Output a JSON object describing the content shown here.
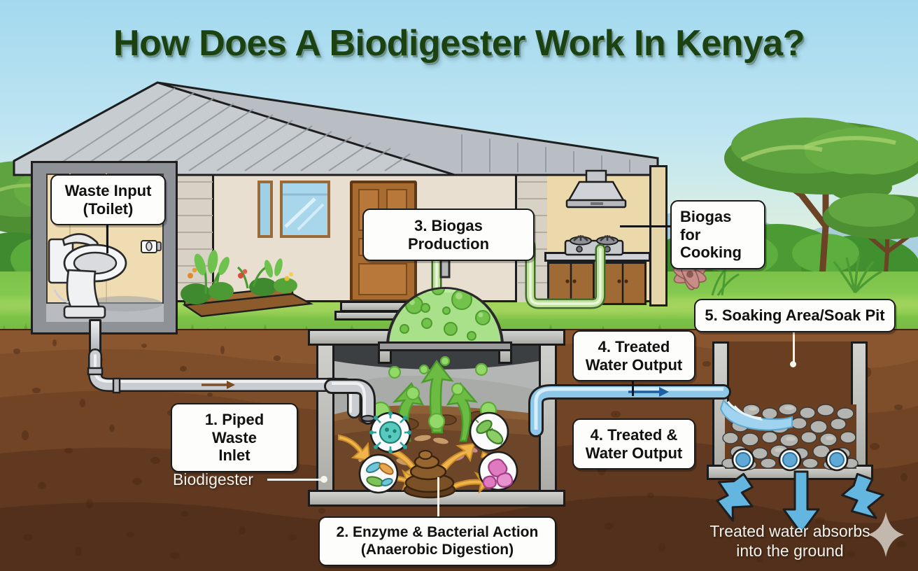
{
  "title": "How Does A Biodigester Work In Kenya?",
  "labels": {
    "waste_input": "Waste Input\n(Toilet)",
    "waste_input_line1": "Waste Input",
    "waste_input_line2": "(Toilet)",
    "biogas_production": "3. Biogas Production",
    "biogas_cooking_line1": "Biogas for",
    "biogas_cooking_line2": "Cooking",
    "soak_pit": "5. Soaking Area/Soak Pit",
    "piped_waste_line1": "1. Piped Waste",
    "piped_waste_line2": "Inlet",
    "treated_water_top_line1": "4. Treated",
    "treated_water_top_line2": "Water Output",
    "treated_water_bottom_line1": "4. Treated &",
    "treated_water_bottom_line2": "Water Output",
    "enzyme_line1": "2. Enzyme & Bacterial Action",
    "enzyme_line2": "(Anaerobic Digestion)",
    "biodigester": "Biodigester",
    "absorbs_line1": "Treated water absorbs",
    "absorbs_line2": "into the ground"
  },
  "icons": {
    "toilet": "toilet-icon",
    "toilet_paper": "toilet-paper-icon",
    "stove": "gas-stove-icon",
    "range_hood": "range-hood-icon",
    "virus": "virus-icon",
    "bacteria_rod": "bacteria-rod-icon",
    "bacteria_green": "bacteria-green-icon",
    "microbe_pink": "microbe-pink-icon",
    "waste_pile": "waste-pile-icon",
    "sparkle": "sparkle-icon",
    "flow_arrow": "flow-arrow-icon",
    "gas_arrow": "gas-rise-arrow-icon",
    "seep_arrow": "water-seep-arrow-icon"
  },
  "colors": {
    "title_green": "#1d4212",
    "sky_top": "#a3d9ee",
    "grass": "#7cc24a",
    "soil": "#7b4a27",
    "soil_deep": "#4b2a14",
    "concrete": "#bdbdb9",
    "biogas_green": "#8fd16a",
    "water_blue": "#7fc4e8",
    "arrow_yellow": "#f0b44a",
    "pipe_grey": "#c6cace",
    "card_bg": "#fdfdfb",
    "card_border": "#1a1a1a",
    "wood_brown": "#8d5a2b",
    "gravel_grey": "#9a9a96"
  },
  "scene": {
    "house_wall": "#e8dfd0",
    "house_accent": "#e9cf9c",
    "roof": "#b9bec4",
    "door": "#a0682f"
  },
  "counts": {
    "seep_arrows": 3,
    "gas_rise_arrows": 3,
    "microbe_circles": 4,
    "soak_pit_outlets": 3
  }
}
